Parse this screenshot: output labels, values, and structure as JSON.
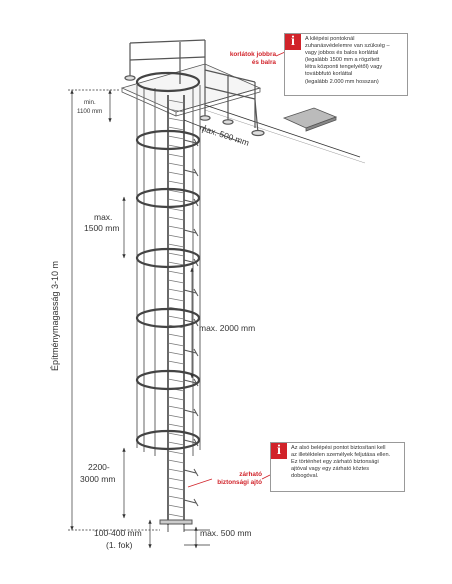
{
  "colors": {
    "accent": "#d1232a",
    "line": "#333333",
    "steel": "#555555"
  },
  "icon": "info-icon",
  "info_top": {
    "glyph": "i",
    "lines": [
      "A kilépési pontoknál",
      "zuhanásvédelemre van szükség –",
      "vagy jobbos és balos korláttal",
      "(legalább 1500 mm a rögzített",
      "létra központi tengelyétől) vagy",
      "továbbfutó korláttal",
      "(legalább 2.000 mm hosszan)"
    ]
  },
  "callout_top": {
    "lines": [
      "korlátok jobbra",
      "és balra"
    ]
  },
  "info_bottom": {
    "glyph": "i",
    "lines": [
      "Az alsó belépési pontot biztosítani kell",
      "az illetéktelen személyek feljutása ellen.",
      "Ez történhet egy zárható biztonsági",
      "ajtóval vagy egy zárható köztes",
      "dobogóval."
    ]
  },
  "callout_bottom": {
    "lines": [
      "zárható",
      "biztonsági ajtó"
    ]
  },
  "dims": {
    "height": "Építménymagasság 3-10 m",
    "min_top": [
      "min.",
      "1100 mm"
    ],
    "max500_top": "max. 500 mm",
    "max1500": [
      "max.",
      "1500 mm"
    ],
    "max2000": "max. 2000 mm",
    "h2200": [
      "2200-",
      "3000 mm"
    ],
    "h100": [
      "100-400 mm",
      "(1. fok)"
    ],
    "max500_bottom": "max. 500 mm"
  }
}
